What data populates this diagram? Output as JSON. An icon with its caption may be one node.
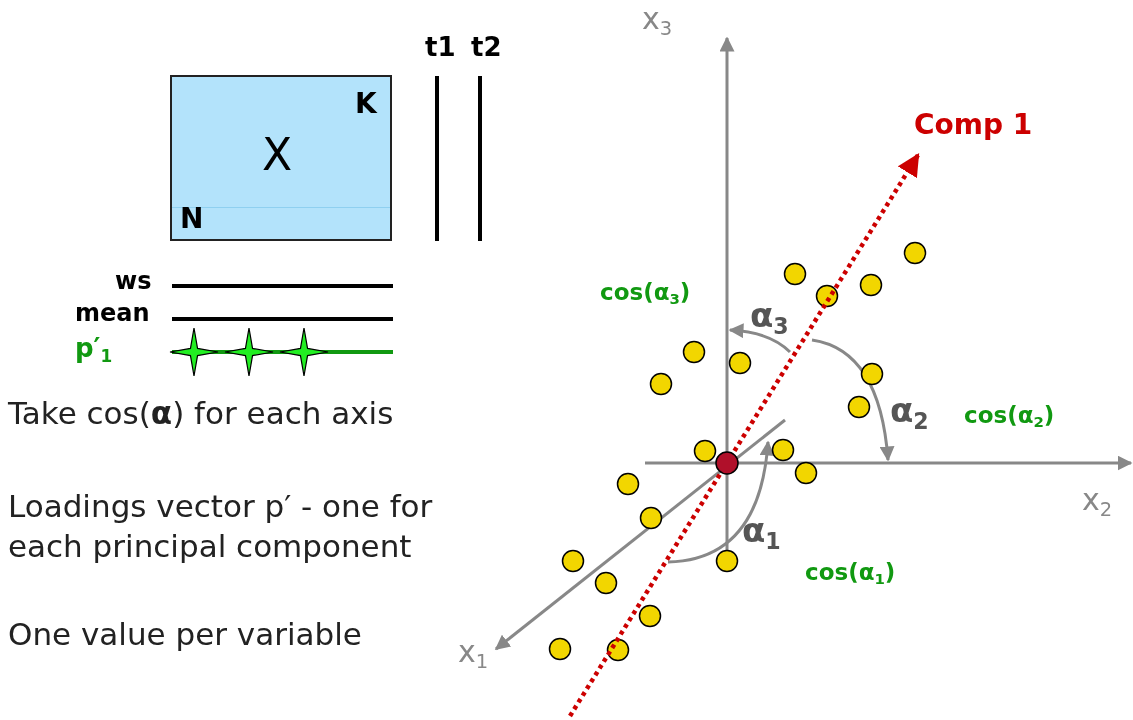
{
  "diagram": {
    "nodes": [
      {
        "text": [
          "K",
          "X",
          "N"
        ]
      }
    ],
    "labels": [
      "t1",
      "t2",
      "ws",
      "mean",
      "p′$_{1}$",
      "x$_{3}$",
      "Comp 1",
      "cos(α$_{3}$)",
      "α$_{3}$",
      "α$_{2}$",
      "cos(α$_{2}$)",
      "Take cos(**α**) for each axis",
      "x$_{2}$",
      "Loadings vector p′ - one for each principal component",
      "α$_{1}$",
      "cos(α$_{1}$)",
      "One value per variable",
      "x$_{1}$"
    ]
  }
}
